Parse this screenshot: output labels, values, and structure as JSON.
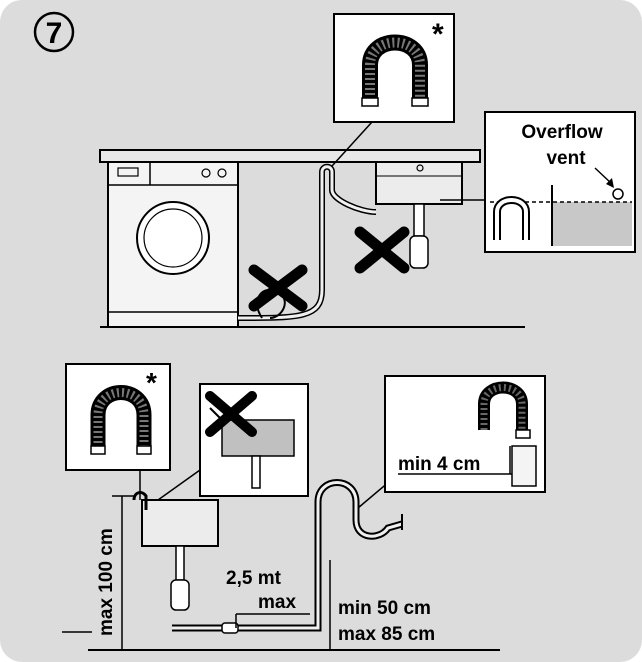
{
  "step_number": "7",
  "asterisk": "*",
  "labels": {
    "overflow_line1": "Overflow",
    "overflow_line2": "vent",
    "min_4cm": "min 4 cm",
    "max_100cm": "max 100 cm",
    "length_line1": "2,5 mt",
    "length_line2": "max",
    "min_50cm": "min 50 cm",
    "max_85cm": "max 85 cm"
  },
  "icons": [
    "hose-u-bend-icon",
    "wrong-cross-icon",
    "washing-machine-icon",
    "sink-icon",
    "siphon-icon",
    "overflow-vent-icon"
  ],
  "colors": {
    "background": "#dcdcdc",
    "ink": "#000000",
    "panel": "#ffffff",
    "water": "#bfbfbf"
  }
}
